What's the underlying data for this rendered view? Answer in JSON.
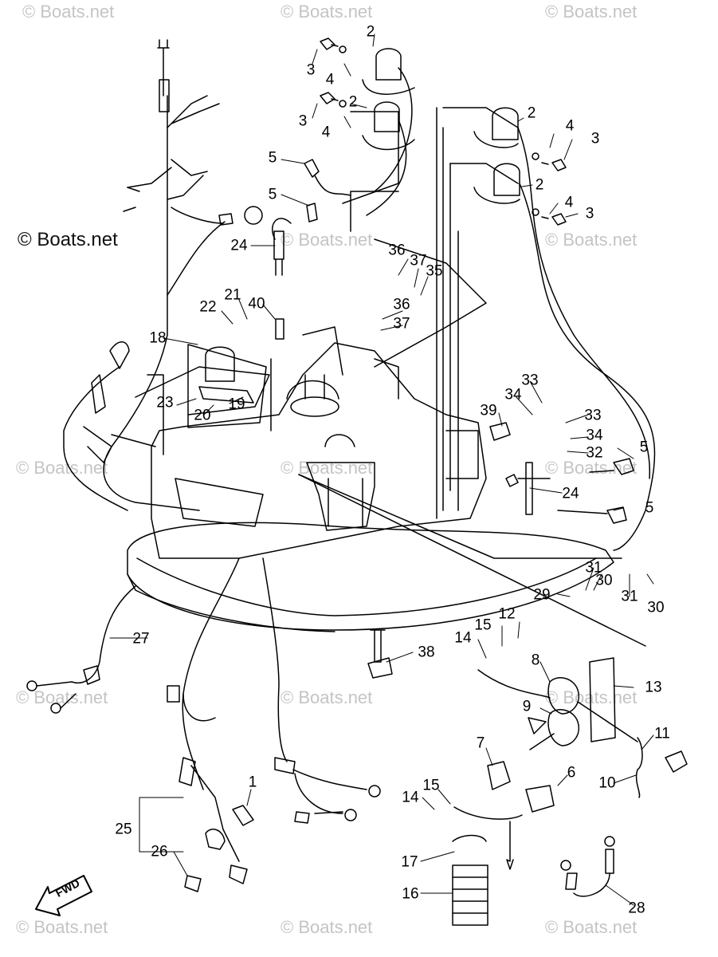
{
  "watermarks": {
    "tl": "© Boats.net",
    "tc": "© Boats.net",
    "tr": "© Boats.net",
    "ml_dark": "© Boats.net",
    "mr": "© Boats.net",
    "l2": "© Boats.net",
    "c2": "© Boats.net",
    "r2": "© Boats.net",
    "l3": "© Boats.net",
    "c3": "© Boats.net",
    "r3": "© Boats.net",
    "bl": "© Boats.net",
    "bc": "© Boats.net",
    "br": "© Boats.net"
  },
  "fwd_label": "FWD",
  "callouts": {
    "c2a": "2",
    "c3a": "3",
    "c4a": "4",
    "c2b": "2",
    "c3b": "3",
    "c4b": "4",
    "c2c": "2",
    "c4c": "4",
    "c3c": "3",
    "c2d": "2",
    "c4d": "4",
    "c3d": "3",
    "c5a": "5",
    "c5b": "5",
    "c24a": "24",
    "c36a": "36",
    "c37a": "37",
    "c35": "35",
    "c36b": "36",
    "c37b": "37",
    "c21": "21",
    "c22": "22",
    "c40": "40",
    "c18": "18",
    "c23": "23",
    "c20": "20",
    "c19": "19",
    "c33a": "33",
    "c34a": "34",
    "c39": "39",
    "c33b": "33",
    "c34b": "34",
    "c32": "32",
    "c5c": "5",
    "c24b": "24",
    "c5d": "5",
    "c31a": "31",
    "c30a": "30",
    "c29": "29",
    "c31b": "31",
    "c30b": "30",
    "c27": "27",
    "c38": "38",
    "c14a": "14",
    "c15a": "15",
    "c12": "12",
    "c8": "8",
    "c13": "13",
    "c9": "9",
    "c11": "11",
    "c10": "10",
    "c7": "7",
    "c6": "6",
    "c14b": "14",
    "c15b": "15",
    "c1": "1",
    "c25": "25",
    "c26": "26",
    "c17": "17",
    "c16": "16",
    "c28": "28"
  }
}
